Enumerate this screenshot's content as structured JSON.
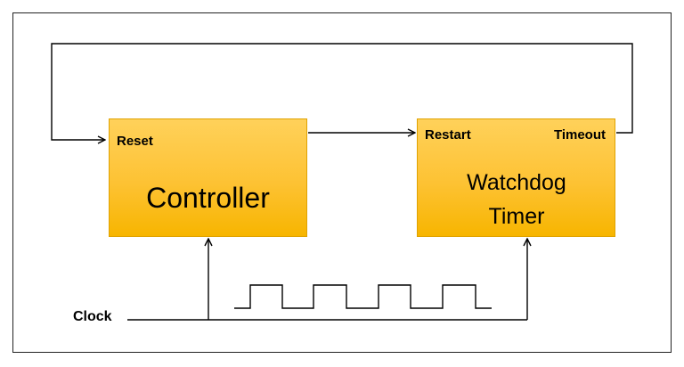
{
  "controller": {
    "title": "Controller",
    "port_reset": "Reset"
  },
  "watchdog": {
    "title": "Watchdog Timer",
    "port_restart": "Restart",
    "port_timeout": "Timeout"
  },
  "clock": {
    "label": "Clock"
  },
  "colors": {
    "block_fill": "#fdc233",
    "line": "#000000"
  }
}
